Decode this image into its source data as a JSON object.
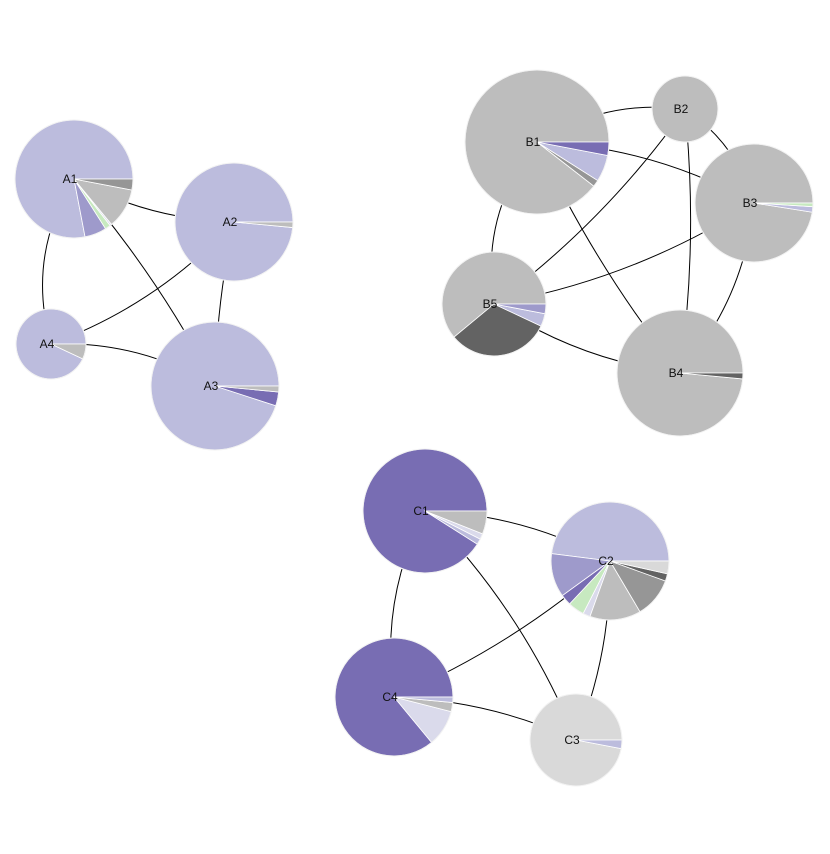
{
  "palette": {
    "lavender": "#bcbcdd",
    "mid_purple": "#9e9acb",
    "deep_purple": "#786db3",
    "pale_purple": "#dadaeb",
    "light_green": "#c7e9c0",
    "light_gray": "#bdbdbd",
    "pale_gray": "#d9d9d9",
    "mid_gray": "#969696",
    "dark_gray": "#636363",
    "edge_black": "#000000",
    "edge_dark_red": "#3a0a0a"
  },
  "clusters": [
    {
      "id": "A",
      "nodes": [
        {
          "id": "A1",
          "label": "A1",
          "slices": [
            {
              "value": 0.78,
              "color": "#bcbcdd"
            },
            {
              "value": 0.06,
              "color": "#9e9acb"
            },
            {
              "value": 0.015,
              "color": "#c7e9c0"
            },
            {
              "value": 0.005,
              "color": "#dadaeb"
            },
            {
              "value": 0.11,
              "color": "#bdbdbd"
            },
            {
              "value": 0.03,
              "color": "#969696"
            }
          ]
        },
        {
          "id": "A2",
          "label": "A2",
          "slices": [
            {
              "value": 0.985,
              "color": "#bcbcdd"
            },
            {
              "value": 0.015,
              "color": "#bdbdbd"
            }
          ]
        },
        {
          "id": "A3",
          "label": "A3",
          "slices": [
            {
              "value": 0.95,
              "color": "#bcbcdd"
            },
            {
              "value": 0.035,
              "color": "#786db3"
            },
            {
              "value": 0.015,
              "color": "#bdbdbd"
            }
          ]
        },
        {
          "id": "A4",
          "label": "A4",
          "slices": [
            {
              "value": 0.93,
              "color": "#bcbcdd"
            },
            {
              "value": 0.07,
              "color": "#bdbdbd"
            }
          ]
        }
      ],
      "edges": [
        [
          "A1",
          "A2"
        ],
        [
          "A1",
          "A3"
        ],
        [
          "A1",
          "A4"
        ],
        [
          "A2",
          "A3"
        ],
        [
          "A2",
          "A4"
        ],
        [
          "A3",
          "A4"
        ]
      ]
    },
    {
      "id": "B",
      "nodes": [
        {
          "id": "B1",
          "label": "B1",
          "slices": [
            {
              "value": 0.895,
              "color": "#bdbdbd"
            },
            {
              "value": 0.015,
              "color": "#969696"
            },
            {
              "value": 0.06,
              "color": "#bcbcdd"
            },
            {
              "value": 0.03,
              "color": "#786db3"
            }
          ]
        },
        {
          "id": "B2",
          "label": "B2",
          "slices": [
            {
              "value": 1.0,
              "color": "#bdbdbd"
            }
          ]
        },
        {
          "id": "B3",
          "label": "B3",
          "slices": [
            {
              "value": 0.975,
              "color": "#bdbdbd"
            },
            {
              "value": 0.015,
              "color": "#bcbcdd"
            },
            {
              "value": 0.01,
              "color": "#c7e9c0"
            }
          ]
        },
        {
          "id": "B4",
          "label": "B4",
          "slices": [
            {
              "value": 0.985,
              "color": "#bdbdbd"
            },
            {
              "value": 0.015,
              "color": "#636363"
            }
          ]
        },
        {
          "id": "B5",
          "label": "B5",
          "slices": [
            {
              "value": 0.61,
              "color": "#bdbdbd"
            },
            {
              "value": 0.32,
              "color": "#636363"
            },
            {
              "value": 0.04,
              "color": "#bcbcdd"
            },
            {
              "value": 0.03,
              "color": "#9e9acb"
            }
          ]
        }
      ],
      "edges": [
        [
          "B1",
          "B2"
        ],
        [
          "B1",
          "B3"
        ],
        [
          "B1",
          "B4"
        ],
        [
          "B1",
          "B5"
        ],
        [
          "B2",
          "B3"
        ],
        [
          "B2",
          "B4"
        ],
        [
          "B2",
          "B5"
        ],
        [
          "B3",
          "B4"
        ],
        [
          "B3",
          "B5"
        ],
        [
          "B4",
          "B5"
        ]
      ]
    },
    {
      "id": "C",
      "nodes": [
        {
          "id": "C1",
          "label": "C1",
          "slices": [
            {
              "value": 0.91,
              "color": "#786db3"
            },
            {
              "value": 0.015,
              "color": "#bcbcdd"
            },
            {
              "value": 0.015,
              "color": "#dadaeb"
            },
            {
              "value": 0.06,
              "color": "#bdbdbd"
            }
          ]
        },
        {
          "id": "C2",
          "label": "C2",
          "slices": [
            {
              "value": 0.48,
              "color": "#bcbcdd"
            },
            {
              "value": 0.12,
              "color": "#9e9acb"
            },
            {
              "value": 0.03,
              "color": "#786db3"
            },
            {
              "value": 0.045,
              "color": "#c7e9c0"
            },
            {
              "value": 0.02,
              "color": "#dadaeb"
            },
            {
              "value": 0.14,
              "color": "#bdbdbd"
            },
            {
              "value": 0.11,
              "color": "#969696"
            },
            {
              "value": 0.02,
              "color": "#636363"
            },
            {
              "value": 0.035,
              "color": "#d9d9d9"
            }
          ]
        },
        {
          "id": "C3",
          "label": "C3",
          "slices": [
            {
              "value": 0.97,
              "color": "#d9d9d9"
            },
            {
              "value": 0.03,
              "color": "#bcbcdd"
            }
          ]
        },
        {
          "id": "C4",
          "label": "C4",
          "slices": [
            {
              "value": 0.86,
              "color": "#786db3"
            },
            {
              "value": 0.1,
              "color": "#dadaeb"
            },
            {
              "value": 0.025,
              "color": "#bdbdbd"
            },
            {
              "value": 0.015,
              "color": "#bcbcdd"
            }
          ]
        }
      ],
      "edges": [
        [
          "C1",
          "C2"
        ],
        [
          "C1",
          "C3"
        ],
        [
          "C1",
          "C4"
        ],
        [
          "C2",
          "C3"
        ],
        [
          "C2",
          "C4"
        ],
        [
          "C3",
          "C4"
        ]
      ],
      "edge_color": "#3a0a0a"
    }
  ]
}
